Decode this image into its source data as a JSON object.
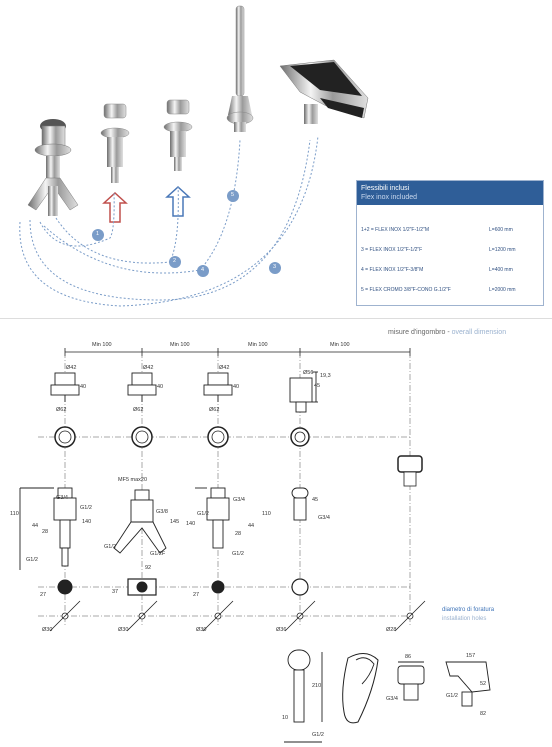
{
  "legend": {
    "title_it": "Flessibili inclusi",
    "title_en": "Flex inox included",
    "rows": [
      {
        "text": "1+2  = FLEX INOX 1/2\"F-1/2\"M",
        "length": "L=600 mm"
      },
      {
        "text": "3      = FLEX INOX 1/2\"F-1/2\"F",
        "length": "L=1200 mm"
      },
      {
        "text": "4      = FLEX INOX 1/2\"F-3/8\"M",
        "length": "L=400 mm"
      },
      {
        "text": "5      = FLEX CROMO 3/8\"F-CONO G.1/2\"F",
        "length": "L=2000 mm"
      }
    ]
  },
  "circle_numbers": [
    "1",
    "2",
    "3",
    "4",
    "5"
  ],
  "caption": {
    "it": "misure d'ingombro",
    "sep": " - ",
    "en": "overall dimension"
  },
  "installation_holes": {
    "it": "diametro di foratura",
    "en": "installation holes"
  },
  "dims": {
    "min100": "Min 100",
    "d42": "Ø42",
    "d62": "Ø62",
    "d56": "Ø56",
    "d30": "Ø30",
    "d36": "Ø36",
    "d28": "Ø28",
    "h40": "40",
    "h45": "45",
    "h193": "19,3",
    "g34": "G3/4",
    "g12": "G1/2",
    "g38": "G3/8",
    "g12f": "G1/2F",
    "mf5": "MF5 max20",
    "h110": "110",
    "h140": "140",
    "h145": "145",
    "h44": "44",
    "h28": "28",
    "h92": "92",
    "h27": "27",
    "h37": "37",
    "h210": "210",
    "h10": "10",
    "h86": "86",
    "h157": "157",
    "h82": "82",
    "h52": "52"
  }
}
